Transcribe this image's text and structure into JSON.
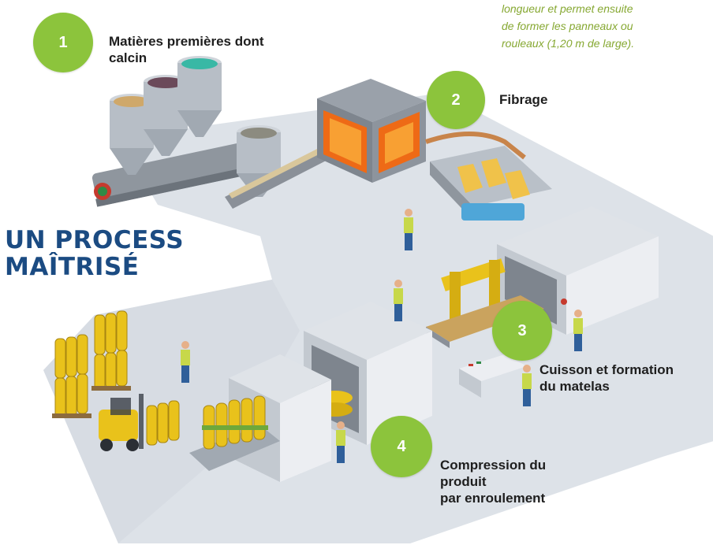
{
  "title": {
    "line1": "UN PROCESS",
    "line2": "MAÎTRISÉ"
  },
  "note": {
    "lines": [
      "longueur et permet ensuite",
      "de former les panneaux ou",
      "rouleaux (1,20 m de large)."
    ]
  },
  "steps": [
    {
      "number": "1",
      "label_lines": [
        "Matières premières dont",
        "calcin"
      ]
    },
    {
      "number": "2",
      "label_lines": [
        "Fibrage"
      ]
    },
    {
      "number": "3",
      "label_lines": [
        "Cuisson et formation",
        "du matelas"
      ]
    },
    {
      "number": "4",
      "label_lines": [
        "Compression du",
        "produit",
        "par enroulement"
      ]
    }
  ],
  "colors": {
    "step_circle": "#8cc43c",
    "title": "#1b4b82",
    "note_text": "#86a832",
    "floor": "#dde2e8",
    "machine_body": "#eceef2",
    "furnace_glow": "#ee6a16",
    "conveyor": "#8a9098",
    "product_yellow": "#e9c21b"
  }
}
